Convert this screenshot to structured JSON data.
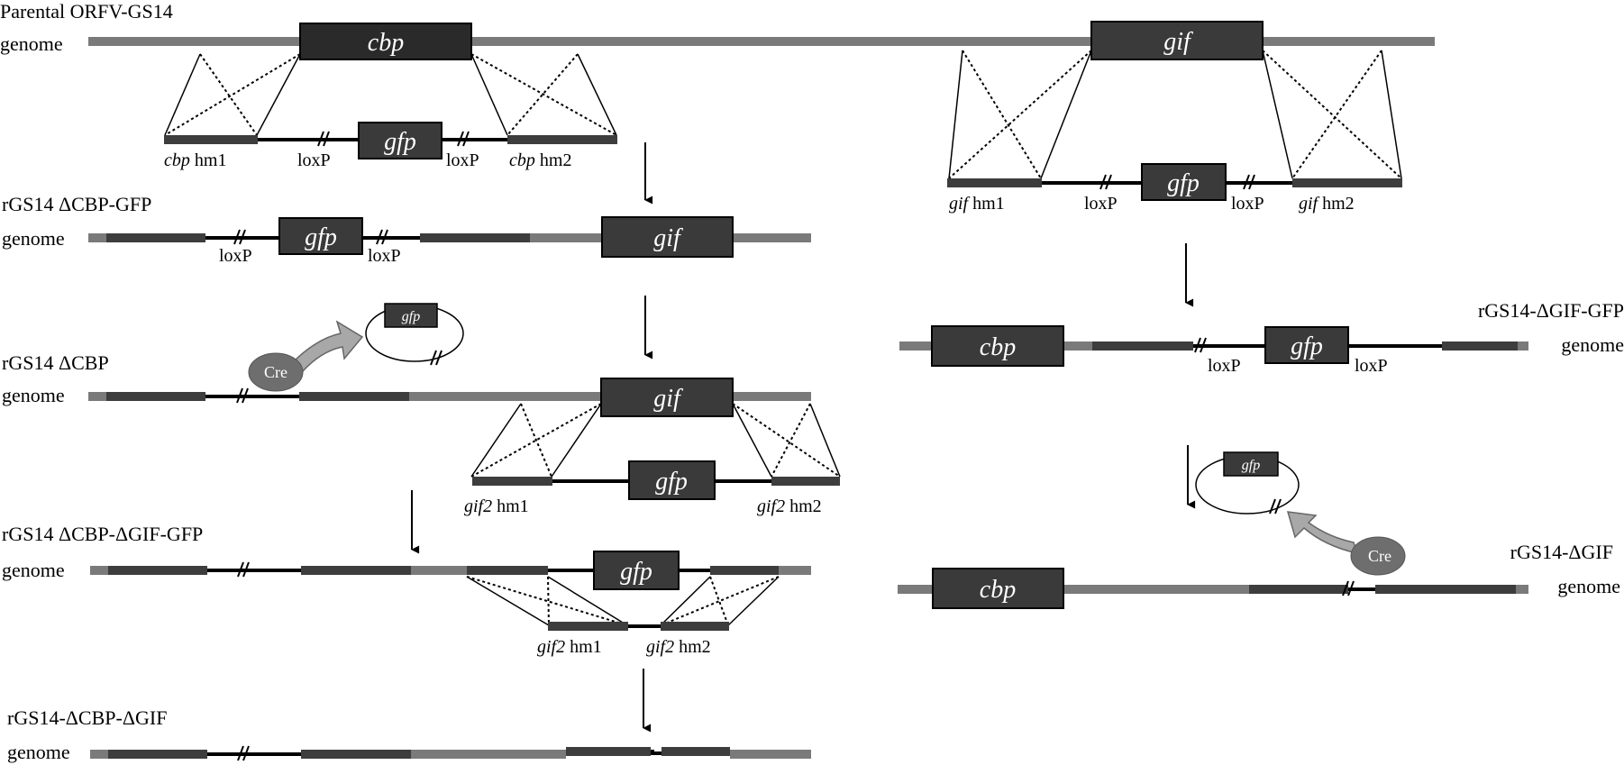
{
  "labels": {
    "parental": "Parental ORFV-GS14",
    "genome": "genome",
    "dcbp_gfp": "rGS14 ΔCBP-GFP",
    "dcbp": "rGS14 ΔCBP",
    "dcbp_dgif_gfp": "rGS14 ΔCBP-ΔGIF-GFP",
    "dcbp_dgif": "rGS14-ΔCBP-ΔGIF",
    "dgif_gfp": "rGS14-ΔGIF-GFP",
    "dgif": "rGS14-ΔGIF"
  },
  "genes": {
    "cbp": "cbp",
    "gif": "gif",
    "gfp": "gfp",
    "cre": "Cre",
    "loxp": "loxP"
  },
  "arms": {
    "cbp_hm1_italic": "cbp",
    "cbp_hm1_rest": " hm1",
    "cbp_hm2_italic": "cbp",
    "cbp_hm2_rest": " hm2",
    "gif_hm1_italic": "gif",
    "gif_hm1_rest": " hm1",
    "gif_hm2_italic": "gif",
    "gif_hm2_rest": " hm2",
    "gif2_hm1_italic": "gif2",
    "gif2_hm1_rest": " hm1",
    "gif2_hm2_italic": "gif2",
    "gif2_hm2_rest": " hm2"
  },
  "colors": {
    "genome_line": "#7a7a7a",
    "arm": "#3d3d3d",
    "gene_box": "#3a3a3a",
    "arrow_fill": "#a8a8a8",
    "cre_fill": "#6e6e6e"
  }
}
